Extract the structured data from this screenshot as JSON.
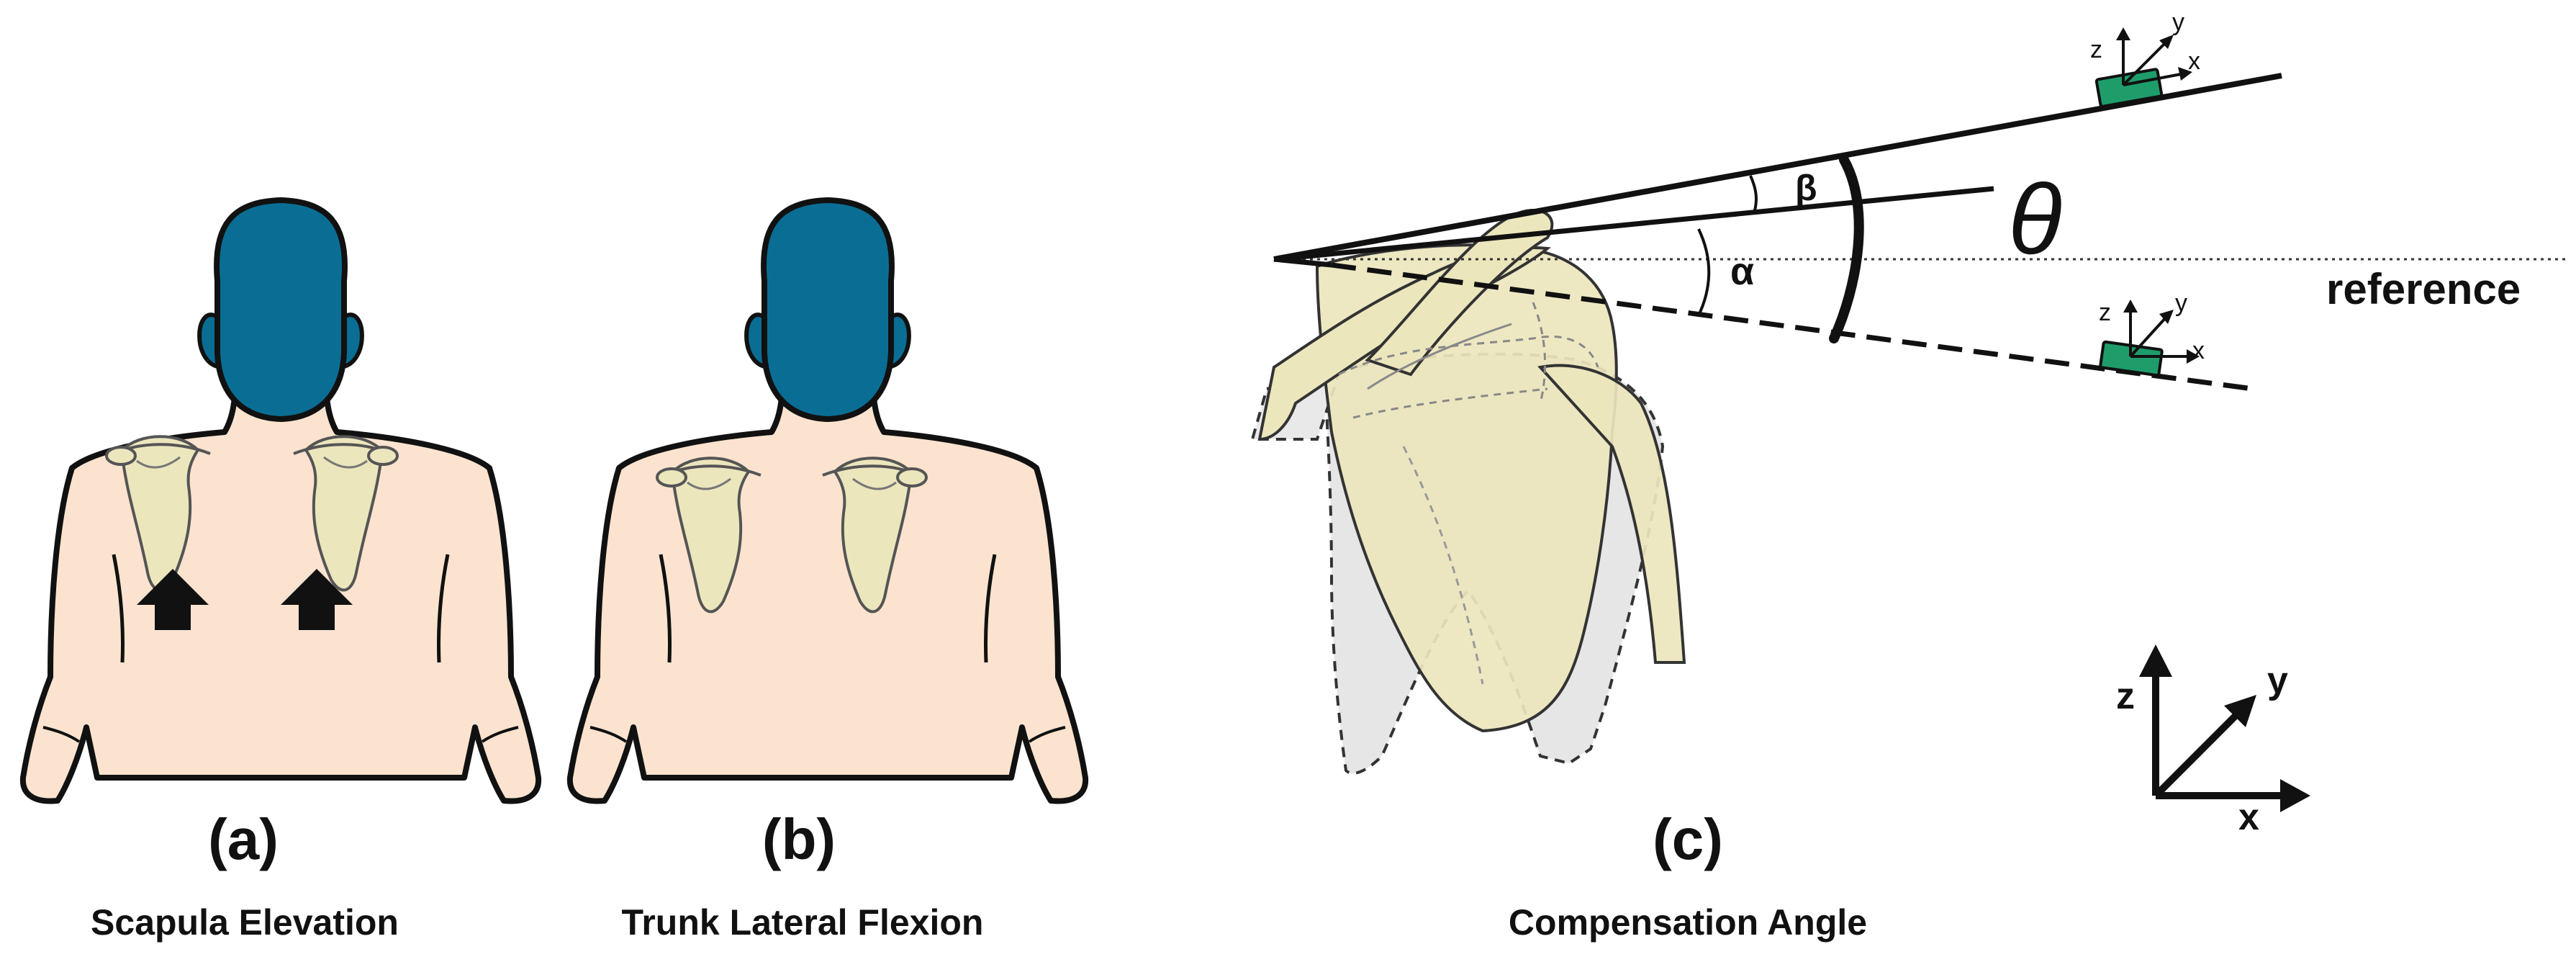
{
  "panels": [
    {
      "letter": "(a)",
      "caption": "Scapula Elevation"
    },
    {
      "letter": "(b)",
      "caption": "Trunk Lateral Flexion"
    },
    {
      "letter": "(c)",
      "caption": "Compensation Angle"
    }
  ],
  "angles": {
    "theta": "θ",
    "alpha": "α",
    "beta": "β"
  },
  "reference_label": "reference",
  "axes": {
    "x": "x",
    "y": "y",
    "z": "z"
  },
  "colors": {
    "hair": "#0a6e94",
    "skin": "#fbe3cf",
    "bone": "#ece6bd",
    "sensor": "#1e9d6b",
    "ink": "#111111"
  }
}
